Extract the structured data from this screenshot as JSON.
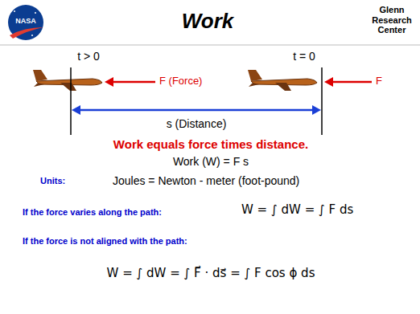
{
  "diagram": {
    "title": "Work",
    "labels": [
      "NASA",
      "Glenn Research Center",
      "t > 0",
      "F (Force)",
      "t = 0",
      "F",
      "s (Distance)",
      "Work equals force times distance.",
      "Work (W) = F s",
      "Units:",
      "Joules = Newton - meter (foot-pound)",
      "If the force varies along the path:",
      "W = ∫ dW = ∫ F ds",
      "If the force is not aligned with the path:",
      "W = ∫ dW = ∫ F⃗ · ds⃗ = ∫ F cos ϕ ds"
    ]
  }
}
